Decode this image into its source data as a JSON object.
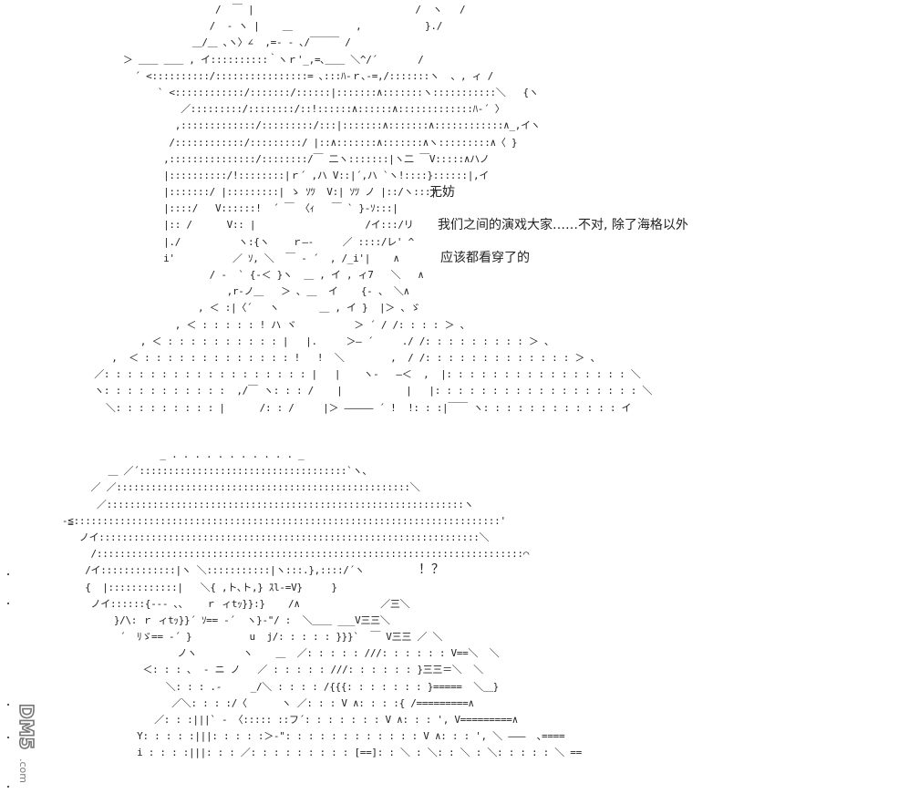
{
  "dialog": {
    "line1": "无妨",
    "line2": "我们之间的演戏大家……不对, 除了海格以外",
    "line3": "应该都看穿了的",
    "line4": "！？"
  },
  "watermark": {
    "text": "DM5.com"
  },
  "art_top": [
    "                               /  ￣ |                            /  ヽ   /",
    "                              /  ‐ ヽ |    ＿           ,           }./",
    "                           ＿/＿ ､ヽ〉∠  ,=‐ ‐ ､/￣￣￣ /",
    "               ＞ ＿＿ ＿＿ , イ::::::::::｀ヽｒ'_,=､＿＿ ＼^/´       /",
    "                 ´ <::::::::::/::::::::::::::::= ､:::ﾊ‐ｒ､‐=,/:::::::ヽ  、, ィ /",
    "                     ` <::::::::::::/:::::::/::::::|:::::::∧:::::::ヽ:::::::::::＼   {ヽ",
    "                         ／:::::::::/::::::::/::!::::::∧::::::∧:::::::::::::ﾊ‐´ 〉",
    "                        ,:::::::::::::/:::::::::/:::|:::::::∧:::::::∧::::::::::::∧_,イヽ",
    "                       /::::::::::::/:::::::::/ |::∧:::::::∧:::::::∧ヽ:::::::::∧〈 }",
    "                      ,:::::::::::::::/::::::::/￣ 二ヽ:::::::|ヽ二 ￣V:::::∧ハノ",
    "                      |::::::::::/!::::::::|ｒ´ ,ハ V::|´,ハ `ヽ!::::}::::::|,イ",
    "                      |:::::::/ |:::::::::| ゝ ｿﾂ  V:| ｿﾂ ノ |::/ヽ:::|",
    "                      |::::/   V::::::!  ´ ￣ 〈ｨ   ￣ ` }‐ｿ:::|",
    "                      |:: /      V:: |                   /イ:::/リ",
    "                      |./          ヽ:{ヽ    ｒ―‐     ／ ::::/レ' ^",
    "                      i'          ／ ｿ, ＼  ￣ ‐ ´  , /_i'|    ∧",
    "                              / ‐  ` {‐＜ }ヽ  ＿ , イ , ィ7   ＼   ∧",
    "                                 ,r‐ノ＿   ＞ ､ ＿  イ    {‐ 、 ＼∧",
    "                            , ＜ :|〈´   ヽ       ＿ , イ }  |＞ 、ゞ",
    "                        , ＜ : : : : : ! ハ ヾ          ＞ ´ / /: : : : ＞ 、",
    "                  , ＜ : : : : : : : : : : |   |.     ＞― ´     ./ /: : : : : : : : : ＞ 、",
    "             ,  ＜ : : : : : : : : : : : : : !   !  ＼        ,  / /: : : : : : : : : : : : : ＞ 、",
    "          ／: : : : : : : : : : : : : : : : : : |   |    ヽ‐   ―＜  ,  |: : : : : : : : : : : : : : : : ＼",
    "          ヽ: : : : : : : : : : :  ,/￣ ヽ: : : /    |           |   |: : : : : : : : : : : : : : : : : : ＼",
    "            ＼: : : : : : : : : |      /: : /     |＞ ――――― ´ !  !: : :|￣￣ ヽ: : : : : : : : : : : : イ"
  ],
  "art_bottom": [
    "                       _ . . . . . . . . . . . _",
    "              ＿ ／´::::::::::::::::::::::::::::::::::::`ヽ、",
    "           ／ ／:::::::::::::::::::::::::::::::::::::::::::::::::::＼",
    "            ／::::::::::::::::::::::::::::::::::::::::::::::::::::::::::::::ヽ",
    "      ‐≦::::::::::::::::::::::::::::::::::::::::::::::::::::::::::::::::::::::::::'",
    "         ノイ::::::::::::::::::::::::::::::::::::::::::::::::::::::::::::::::::＼",
    "           /::::::::::::::::::::::::::::::::::::::::::::::::::::::::::::::::::::::::::⌒",
    "          /イ:::::::::::::|ヽ ＼:::::::::::|ヽ:::.},::::/´ヽ",
    "          {  |::::::::::::|   ＼{ ,ト､ト,} ｽl‐=V}     }",
    "           ノイ::::::{‐-‐ ､､    ｒ ィtｯ}}:}    /∧              ／三＼",
    "               }/\\: ｒ ィtｯ}}´ ｿ== ‐´  ヽ}‐\"/ :  ＼＿＿ ___V三三＼",
    "                ´  ﾘゞ== ‐´ }          u  j/: : : : : }}}`  ￣ V三三 ／ ＼",
    "                          ノヽ        ヽ    ＿  ／: : : : : ///: : : : : : V==＼  ＼",
    "                    ＜: : : ､  ‐ ニ ノ   ／ : : : : : ///: : : : : : }三三＝＼  ＼",
    "                        ＼: : : .-     _/＼ : : : : /{{{: : : : : : : }=====  ＼＿}",
    "                         ／＼: : : :/〈      ヽ ／: : : V ∧: : : :{ /=========∧",
    "                      ／: : :|||` ‐ 〈::::: ::フ´: : : : : : : V ∧: : : ', V=========∧",
    "                   Y: : : : :|||: : : : :＞‐\": : : : : : : : : : : : V ∧: : : ', ＼ ―――  ､====",
    "                   i : : : :|||: : : ／: : : : : : : : : [==]: : ＼ : ＼: : ＼ : ＼: : : : : ＼ =="
  ]
}
